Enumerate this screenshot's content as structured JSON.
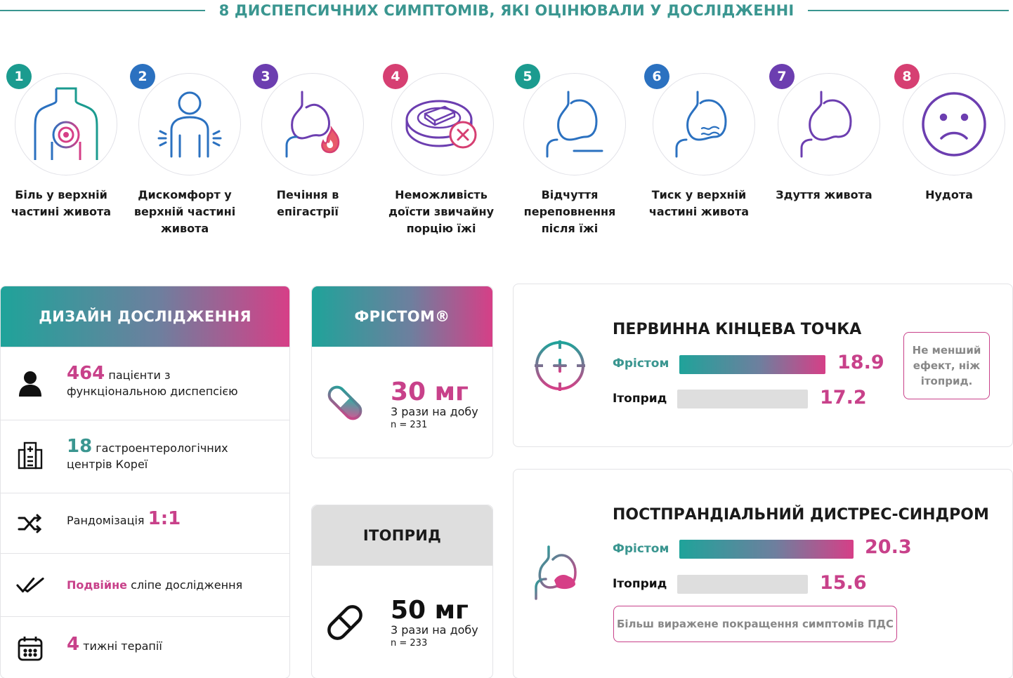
{
  "header": {
    "title": "8 ДИСПЕПСИЧНИХ СИМПТОМІВ, ЯКІ ОЦІНЮВАЛИ У ДОСЛІДЖЕННІ"
  },
  "symptoms": [
    {
      "num": "1",
      "label": "Біль у верхній частині живота",
      "color": "#1b9b8f"
    },
    {
      "num": "2",
      "label": "Дискомфорт у верхній частині живота",
      "color": "#2b71c0"
    },
    {
      "num": "3",
      "label": "Печіння в епігастрії",
      "color": "#6c3eb0"
    },
    {
      "num": "4",
      "label": "Неможливість доїсти звичайну порцію їжі",
      "color": "#d63f72"
    },
    {
      "num": "5",
      "label": "Відчуття переповнення після їжі",
      "color": "#1b9b8f"
    },
    {
      "num": "6",
      "label": "Тиск у верхній частині живота",
      "color": "#2b71c0"
    },
    {
      "num": "7",
      "label": "Здуття живота",
      "color": "#6c3eb0"
    },
    {
      "num": "8",
      "label": "Нудота",
      "color": "#d63f72"
    }
  ],
  "design": {
    "title": "ДИЗАЙН ДОСЛІДЖЕННЯ",
    "patients": {
      "num": "464",
      "text1": " пацієнти з",
      "text2": "функціональною диспепсією"
    },
    "centers": {
      "num": "18",
      "text1": " гастроентерологічних",
      "text2": "центрів Кореї"
    },
    "randomization": {
      "text": "Рандомізація ",
      "value": "1:1"
    },
    "blind": {
      "highlight": "Подвійне",
      "text": " сліпе дослідження"
    },
    "duration": {
      "num": "4",
      "text": " тижні терапії"
    }
  },
  "fristom": {
    "title": "ФРІСТОМ®",
    "dose": "30 мг",
    "freq": "3 рази на добу",
    "n": "n = 231"
  },
  "itoprid": {
    "title": "ІТОПРИД",
    "dose": "50 мг",
    "freq": "3 рази на добу",
    "n": "n = 233"
  },
  "primary": {
    "title": "ПЕРВИННА КІНЦЕВА ТОЧКА",
    "label_a": "Фрістом",
    "value_a": "18.9",
    "label_b": "Ітоприд",
    "value_b": "17.2",
    "note": "Не менший ефект, ніж ітоприд."
  },
  "pds": {
    "title": "ПОСТПРАНДІАЛЬНИЙ ДИСТРЕС-СИНДРОМ",
    "label_a": "Фрістом",
    "value_a": "20.3",
    "label_b": "Ітоприд",
    "value_b": "15.6",
    "note": "Більш виражене покращення симптомів ПДС"
  },
  "colors": {
    "teal": "#3a9690",
    "magenta": "#c8418a",
    "gray_bar": "#dedede"
  }
}
